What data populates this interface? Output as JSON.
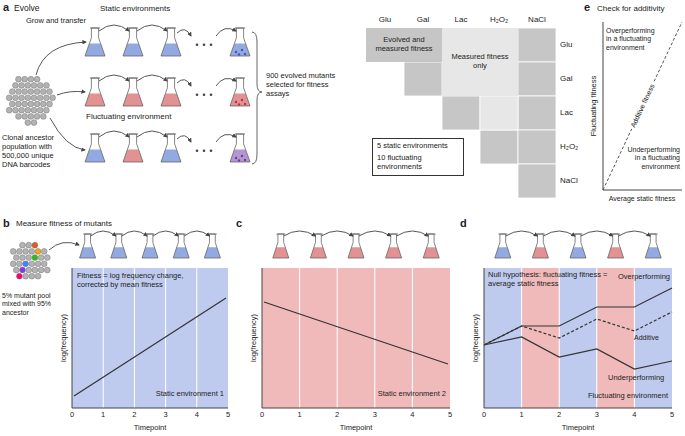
{
  "diagram": {
    "nodes": [
      {
        "text": [
          "Evolved and measured fitness"
        ]
      },
      {
        "text": [
          "Measured fitness only"
        ]
      },
      {
        "text": [
          "5 static environments",
          "10 fluctuating environments"
        ]
      },
      {
        "text": [
          "Overperforming in a fluctuating environment",
          "Additive fitness",
          "Underperforming in a fluctuating environment"
        ]
      },
      {
        "text": [
          "Fitness = log frequency change, corrected by mean fitness",
          "Static environment 1"
        ]
      },
      {
        "text": [
          "Static environment 2"
        ]
      },
      {
        "text": [
          "Null hypothesis: fluctuating fitness = average static fitness",
          "Overperforming",
          "Additive",
          "Underperforming",
          "Fluctuating environment"
        ]
      }
    ],
    "labels": [
      "a",
      "Evolve",
      "Static environments",
      "Grow and transfer",
      "Fluctuating environment",
      "Clonal ancestor population with 500,000 unique DNA barcodes",
      "900 evolved mutants selected for fitness assays",
      "Glu",
      "Gal",
      "Lac",
      "H₂O₂",
      "NaCl",
      "Glu",
      "Gal",
      "Lac",
      "H₂O₂",
      "NaCl",
      "e",
      "Check for additivity",
      "Fluctuating fitness",
      "Average static fitness",
      "b",
      "Measure fitness of mutants",
      "5% mutant pool mixed with 95% ancestor",
      "log(frequency)",
      "0",
      "1",
      "2",
      "3",
      "4",
      "5",
      "Timepoint",
      "c",
      "log(frequency)",
      "0",
      "1",
      "2",
      "3",
      "4",
      "5",
      "Timepoint",
      "d",
      "log(frequency)",
      "0",
      "1",
      "2",
      "3",
      "4",
      "5",
      "Timepoint"
    ]
  }
}
